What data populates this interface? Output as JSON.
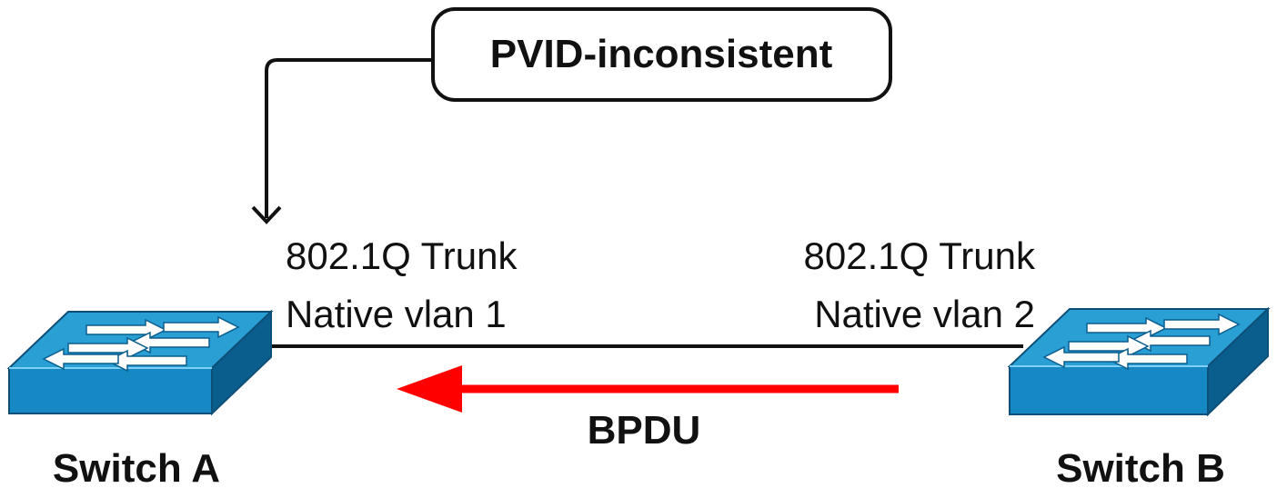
{
  "callout": {
    "label": "PVID-inconsistent"
  },
  "switch_a": {
    "name": "Switch A",
    "port_type": "802.1Q Trunk",
    "native_vlan": "Native vlan 1"
  },
  "switch_b": {
    "name": "Switch B",
    "port_type": "802.1Q Trunk",
    "native_vlan": "Native vlan 2"
  },
  "frame": {
    "label": "BPDU",
    "direction": "Switch B to Switch A",
    "arrow_color": "#ff0000"
  },
  "colors": {
    "switch_top": "#2a9fd4",
    "switch_front": "#1688c4",
    "switch_side": "#0a5e8e",
    "switch_arrows": "#ffffff",
    "link": "#111111"
  }
}
